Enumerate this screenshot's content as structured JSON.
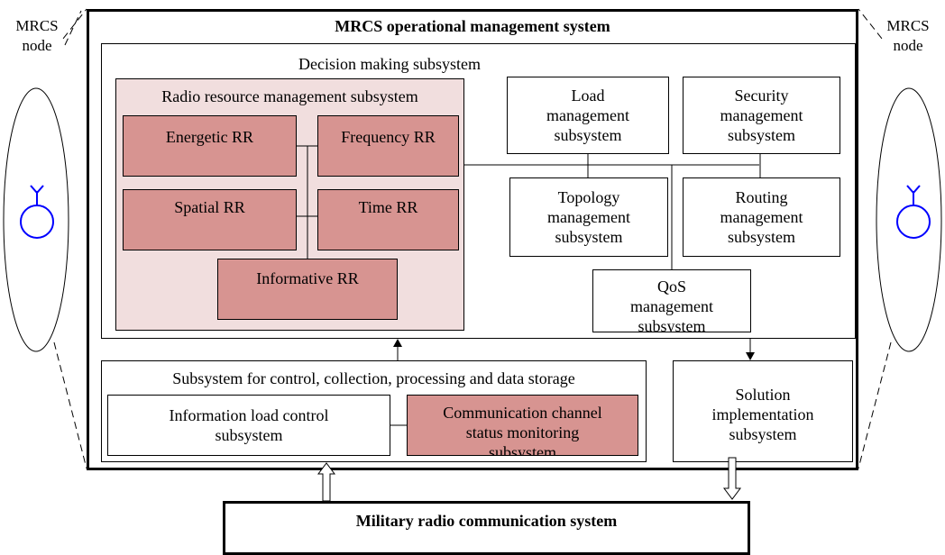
{
  "main_system": {
    "title": "MRCS operational management system"
  },
  "node_left": {
    "label": "MRCS\nnode"
  },
  "node_right": {
    "label": "MRCS\nnode"
  },
  "decision": {
    "title": "Decision making subsystem",
    "radio": {
      "title": "Radio resource management subsystem",
      "energetic": "Energetic RR",
      "frequency": "Frequency RR",
      "spatial": "Spatial RR",
      "time": "Time RR",
      "informative": "Informative RR"
    },
    "load": "Load\nmanagement\nsubsystem",
    "security": "Security\nmanagement\nsubsystem",
    "topology": "Topology\nmanagement\nsubsystem",
    "routing": "Routing\nmanagement\nsubsystem",
    "qos": "QoS\nmanagement\nsubsystem"
  },
  "control": {
    "title": "Subsystem for control, collection, processing and data storage",
    "info_load": "Information load control\nsubsystem",
    "channel": "Communication channel\nstatus monitoring\nsubsystem"
  },
  "solution": {
    "label": "Solution\nimplementation\nsubsystem"
  },
  "military": {
    "title": "Military radio communication system"
  },
  "colors": {
    "rr_fill": "#d79491",
    "rr_background": "#f1dede",
    "antenna": "#0000ff"
  }
}
